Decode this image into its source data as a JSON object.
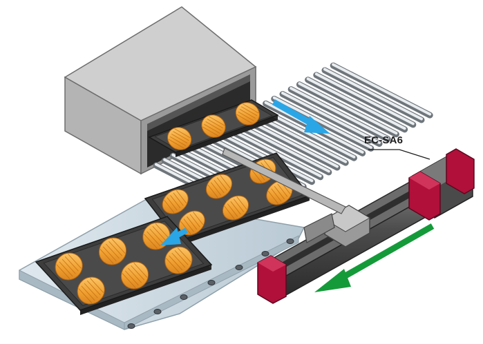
{
  "labels": {
    "actuator_model": "EC-SA6"
  },
  "colors": {
    "oven_body": "#b3b3b3",
    "oven_dark": "#7d7d7d",
    "tray": "#3d3d3d",
    "pastry": "#f0a030",
    "pastry_ridge": "#c06a10",
    "roller": "#bfc4c8",
    "conveyor_belt": "#c8d6df",
    "actuator_body": "#5a5a5a",
    "actuator_end_caps": "#b0103a",
    "arrow_infeed": "#2aa6e6",
    "arrow_transfer": "#2aa6e6",
    "arrow_actuator": "#159a3a"
  },
  "icons": [
    "oven",
    "baking-tray",
    "madeleine-pastry",
    "roller-conveyor",
    "belt-conveyor",
    "linear-actuator",
    "direction-arrow"
  ]
}
